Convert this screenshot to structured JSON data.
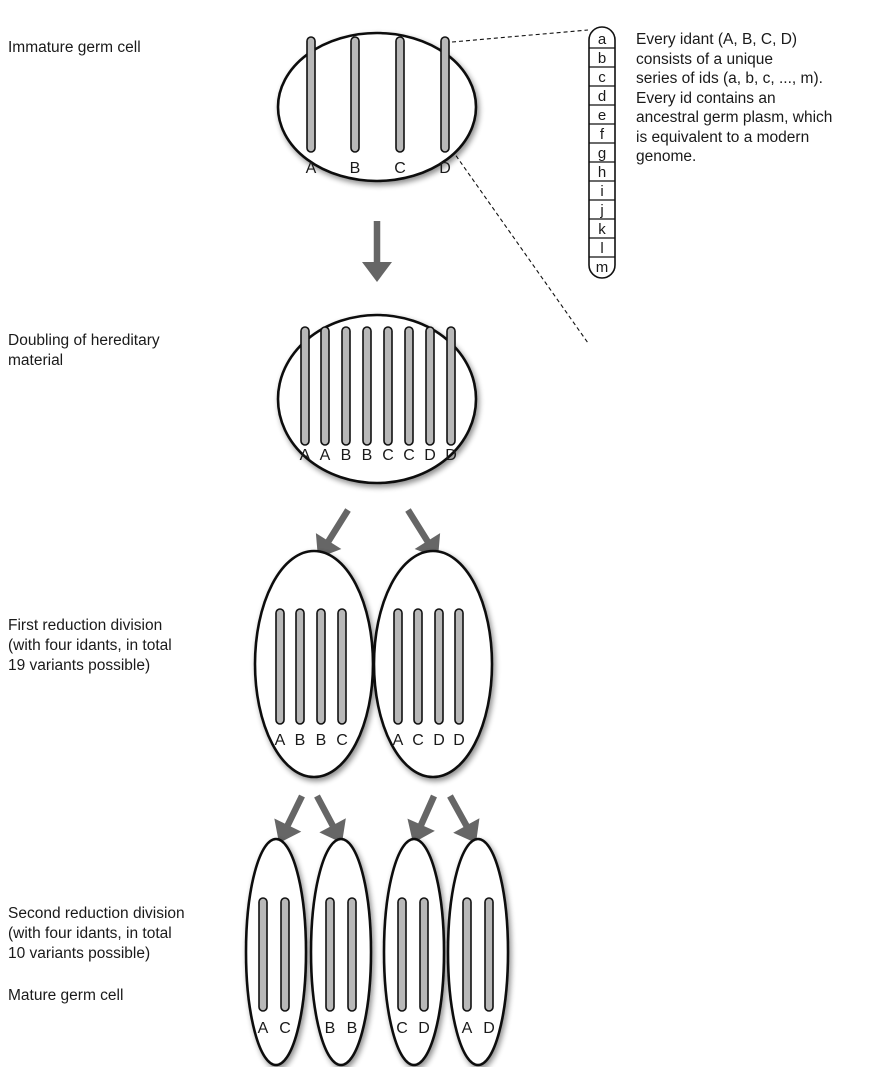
{
  "stages": {
    "immature": "Immature germ cell",
    "doubling": "Doubling of hereditary\nmaterial",
    "first_reduction": "First reduction division\n(with four idants, in total\n19 variants possible)",
    "second_reduction": "Second reduction division\n(with four idants, in total\n10 variants possible)",
    "mature": "Mature germ cell"
  },
  "annotation": "Every idant (A, B, C, D)\nconsists of a unique\nseries of ids (a, b, c, ..., m).\nEvery id contains an\nancestral germ plasm, which\nis equivalent to a modern\ngenome.",
  "cells": {
    "immature": {
      "labels": [
        "A",
        "B",
        "C",
        "D"
      ]
    },
    "doubled": {
      "labels": [
        "A",
        "A",
        "B",
        "B",
        "C",
        "C",
        "D",
        "D"
      ]
    },
    "first_division": [
      {
        "labels": [
          "A",
          "B",
          "B",
          "C"
        ]
      },
      {
        "labels": [
          "A",
          "C",
          "D",
          "D"
        ]
      }
    ],
    "second_division": [
      {
        "labels": [
          "A",
          "C"
        ]
      },
      {
        "labels": [
          "B",
          "B"
        ]
      },
      {
        "labels": [
          "C",
          "D"
        ]
      },
      {
        "labels": [
          "A",
          "D"
        ]
      }
    ]
  },
  "id_series": [
    "a",
    "b",
    "c",
    "d",
    "e",
    "f",
    "g",
    "h",
    "i",
    "j",
    "k",
    "l",
    "m"
  ],
  "colors": {
    "chromosome_fill": "#b8b8b8",
    "arrow": "#666666",
    "outline": "#111111"
  }
}
